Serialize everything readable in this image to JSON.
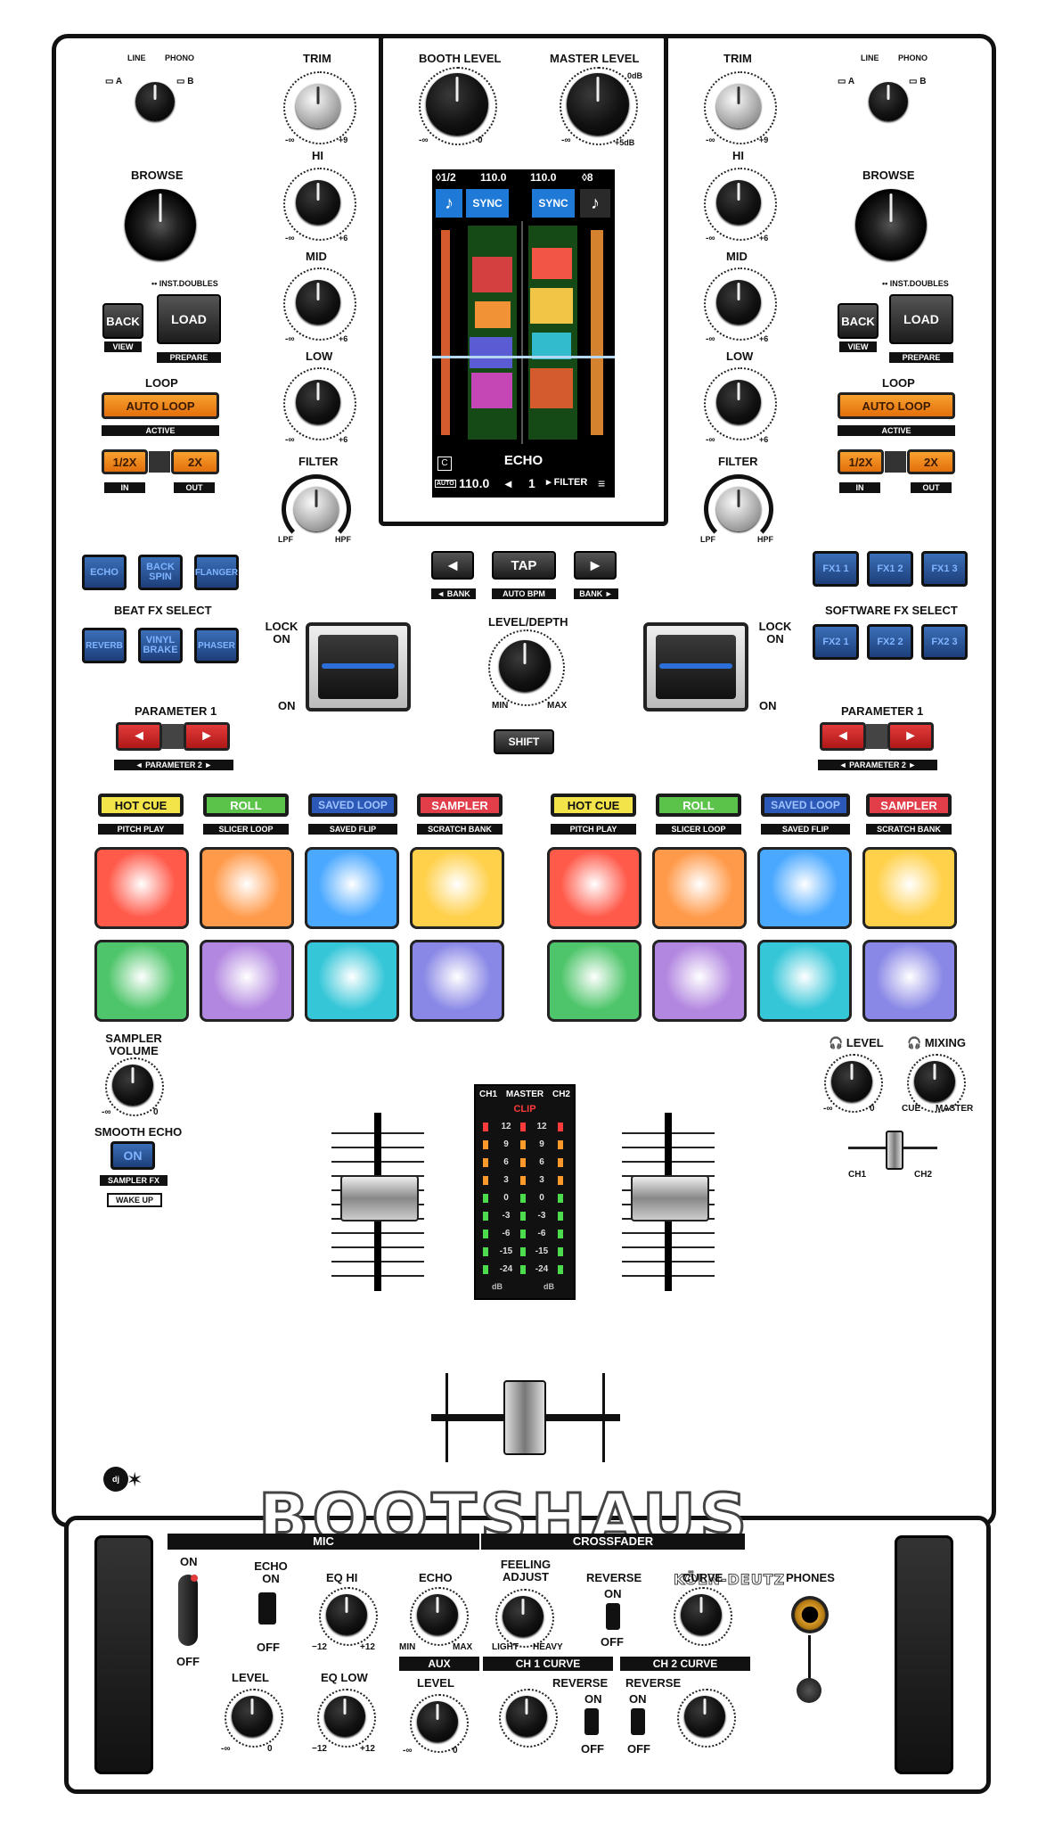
{
  "left_deck": {
    "input_selector": {
      "opt_a": "A",
      "opt_line": "LINE",
      "opt_phono": "PHONO",
      "opt_b": "B"
    },
    "browse": "BROWSE",
    "inst_doubles": "•• INST.DOUBLES",
    "back": "BACK",
    "view": "VIEW",
    "load": "LOAD",
    "prepare": "PREPARE",
    "loop_title": "LOOP",
    "auto_loop": "AUTO LOOP",
    "active": "ACTIVE",
    "half": "1/2X",
    "double": "2X",
    "in": "IN",
    "out": "OUT"
  },
  "right_deck": {
    "input_selector": {
      "opt_a": "A",
      "opt_line": "LINE",
      "opt_phono": "PHONO",
      "opt_b": "B"
    },
    "browse": "BROWSE",
    "inst_doubles": "•• INST.DOUBLES",
    "back": "BACK",
    "view": "VIEW",
    "load": "LOAD",
    "prepare": "PREPARE",
    "loop_title": "LOOP",
    "auto_loop": "AUTO LOOP",
    "active": "ACTIVE",
    "half": "1/2X",
    "double": "2X",
    "in": "IN",
    "out": "OUT"
  },
  "channel_left": {
    "trim": "TRIM",
    "trim_min": "-∞",
    "trim_max": "+9",
    "hi": "HI",
    "mid": "MID",
    "low": "LOW",
    "eq_min": "-∞",
    "eq_max": "+6",
    "filter": "FILTER",
    "lpf": "LPF",
    "hpf": "HPF"
  },
  "channel_right": {
    "trim": "TRIM",
    "trim_min": "-∞",
    "trim_max": "+9",
    "hi": "HI",
    "mid": "MID",
    "low": "LOW",
    "eq_min": "-∞",
    "eq_max": "+6",
    "filter": "FILTER",
    "lpf": "LPF",
    "hpf": "HPF"
  },
  "center": {
    "booth_level": "BOOTH LEVEL",
    "booth_min": "-∞",
    "booth_max": "0",
    "master_level": "MASTER LEVEL",
    "master_min": "-∞",
    "master_max": "+5dB",
    "master_zero": "0dB",
    "screen": {
      "left_beat": "◊1/2",
      "left_bpm": "110.0",
      "right_bpm": "110.0",
      "right_beat": "◊8",
      "sync_left": "SYNC",
      "sync_right": "SYNC",
      "fx_name": "ECHO",
      "mode_c": "C",
      "auto": "AUTO",
      "auto_bpm": "110.0",
      "beat_value": "1",
      "filter": "FILTER"
    },
    "nav_left": "◄",
    "tap": "TAP",
    "nav_right": "►",
    "bank_left": "◄ BANK",
    "auto_bpm": "AUTO BPM",
    "bank_right": "BANK ►",
    "level_depth": "LEVEL/DEPTH",
    "ld_min": "MIN",
    "ld_max": "MAX",
    "shift": "SHIFT"
  },
  "fx_left": {
    "buttons_top": [
      "ECHO",
      "BACK SPIN",
      "FLANGER"
    ],
    "title": "BEAT FX SELECT",
    "buttons_bottom": [
      "REVERB",
      "VINYL BRAKE",
      "PHASER"
    ],
    "lock_on": "LOCK ON",
    "on": "ON",
    "param1": "PARAMETER 1",
    "param2": "◄  PARAMETER 2  ►"
  },
  "fx_right": {
    "buttons_top": [
      "FX1 1",
      "FX1 2",
      "FX1 3"
    ],
    "title": "SOFTWARE FX SELECT",
    "buttons_bottom": [
      "FX2 1",
      "FX2 2",
      "FX2 3"
    ],
    "lock_on": "LOCK ON",
    "on": "ON",
    "param1": "PARAMETER 1",
    "param2": "◄  PARAMETER 2  ►"
  },
  "pad_modes": {
    "hot_cue": "HOT CUE",
    "roll": "ROLL",
    "saved_loop": "SAVED LOOP",
    "sampler": "SAMPLER",
    "pitch_play": "PITCH PLAY",
    "slicer_loop": "SLICER LOOP",
    "saved_flip": "SAVED FLIP",
    "scratch_bank": "SCRATCH BANK"
  },
  "pad_colors": [
    "#ff5a4a",
    "#ff9a4a",
    "#4aa8ff",
    "#ffd04a",
    "#4ec56a",
    "#b287e0",
    "#35c6d8",
    "#8a88e6"
  ],
  "sampler": {
    "volume": "SAMPLER VOLUME",
    "min": "-∞",
    "max": "0",
    "smooth_echo": "SMOOTH ECHO",
    "on": "ON",
    "sampler_fx": "SAMPLER FX",
    "wake_up": "WAKE UP"
  },
  "headphones": {
    "level": "LEVEL",
    "mixing": "MIXING",
    "level_min": "-∞",
    "level_max": "0",
    "cue": "CUE",
    "master": "MASTER",
    "ch1": "CH1",
    "ch2": "CH2"
  },
  "meter": {
    "ch1": "CH1",
    "master": "MASTER",
    "ch2": "CH2",
    "clip": "CLIP",
    "scale": [
      "12",
      "9",
      "6",
      "3",
      "0",
      "-3",
      "-6",
      "-15",
      "-24"
    ],
    "db": "dB"
  },
  "branding": {
    "main": "BOOTSHAUS",
    "sub": "KÖLN-DEUTZ",
    "logo": "dj skins"
  },
  "front": {
    "mic": "MIC",
    "crossfader": "CROSSFADER",
    "on": "ON",
    "off": "OFF",
    "echo_on": "ECHO ON",
    "echo_off": "OFF",
    "eq_hi": "EQ HI",
    "eq_min": "−12",
    "eq_max": "+12",
    "echo": "ECHO",
    "echo_min": "MIN",
    "echo_max": "MAX",
    "feeling_adjust": "FEELING ADJUST",
    "light": "LIGHT",
    "heavy": "HEAVY",
    "reverse": "REVERSE",
    "rev_on": "ON",
    "rev_off": "OFF",
    "curve": "CURVE",
    "phones": "PHONES",
    "level": "LEVEL",
    "level_min": "-∞",
    "level_max": "0",
    "eq_low": "EQ LOW",
    "aux": "AUX",
    "aux_level": "LEVEL",
    "ch1_curve": "CH 1 CURVE",
    "ch2_curve": "CH 2 CURVE"
  }
}
